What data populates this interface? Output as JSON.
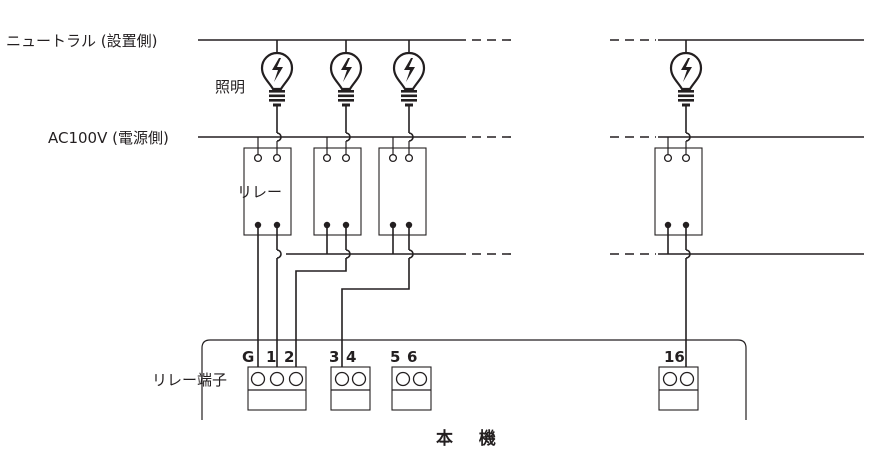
{
  "labels": {
    "neutral": "ニュートラル (設置側)",
    "lighting": "照明",
    "ac_source": "AC100V (電源側)",
    "relay": "リレー",
    "relay_terminal": "リレー端子",
    "main_unit": "本 機"
  },
  "terminals": {
    "t_g": "G",
    "t_1": "1",
    "t_2": "2",
    "t_3": "3",
    "t_4": "4",
    "t_5": "5",
    "t_6": "6",
    "t_16": "16"
  },
  "icons": {
    "lamp": "lightbulb-icon"
  },
  "colors": {
    "line": "#231f20",
    "background": "#ffffff"
  }
}
